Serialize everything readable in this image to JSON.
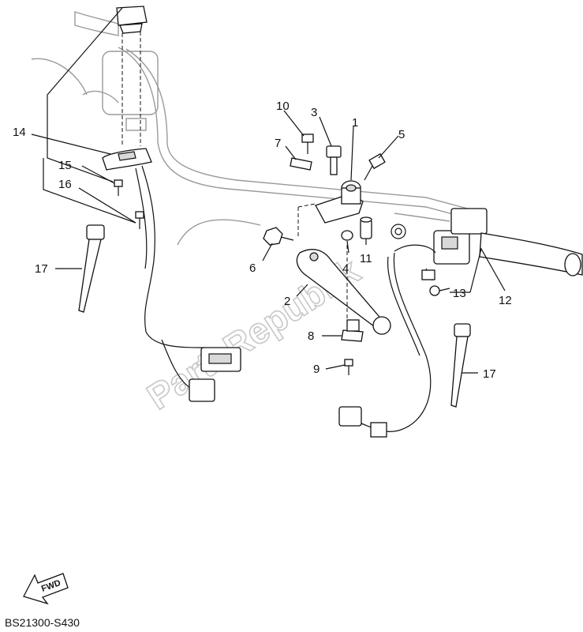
{
  "diagram": {
    "watermark": "PartsRepublik",
    "part_code": "BS21300-S430",
    "fwd_label": "FWD",
    "callouts": {
      "c1": "1",
      "c2": "2",
      "c3": "3",
      "c4": "4",
      "c5": "5",
      "c6": "6",
      "c7": "7",
      "c8": "8",
      "c9": "9",
      "c10": "10",
      "c11": "11",
      "c12": "12",
      "c13": "13",
      "c14": "14",
      "c15": "15",
      "c16": "16",
      "c17_left": "17",
      "c17_right": "17"
    },
    "colors": {
      "line": "#111111",
      "watermark": "#c8c8c8",
      "ghost": "#9a9a9a"
    }
  }
}
